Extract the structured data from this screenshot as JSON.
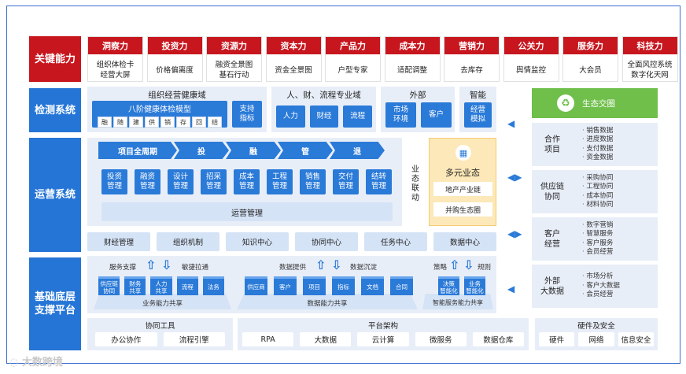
{
  "sections": {
    "key": "关键能力",
    "detect": "检测系统",
    "ops": "运营系统",
    "base": "基础底层\n支撑平台"
  },
  "capabilities": [
    {
      "title": "洞察力",
      "desc": "组织体检卡\n经营大屏"
    },
    {
      "title": "投资力",
      "desc": "价格偏离度"
    },
    {
      "title": "资源力",
      "desc": "融资全景图\n基石行动"
    },
    {
      "title": "资本力",
      "desc": "资金全景图"
    },
    {
      "title": "产品力",
      "desc": "户型专家"
    },
    {
      "title": "成本力",
      "desc": "适配调整"
    },
    {
      "title": "营销力",
      "desc": "去库存"
    },
    {
      "title": "公关力",
      "desc": "舆情监控"
    },
    {
      "title": "服务力",
      "desc": "大会员"
    },
    {
      "title": "科技力",
      "desc": "全面风控系统\n数字化天网"
    }
  ],
  "detect": {
    "org_title": "组织经营健康域",
    "model_title": "八阶健康体检模型",
    "model_items": [
      "融",
      "随",
      "建",
      "供",
      "销",
      "存",
      "回",
      "结"
    ],
    "support": "支持\n指标",
    "hr_title": "人、财、流程专业域",
    "hr_items": [
      "人力",
      "财经",
      "流程"
    ],
    "ext_title": "外部",
    "ext_items": [
      "市场\n环境",
      "客户"
    ],
    "smart_title": "智能",
    "smart_item": "经营\n模拟"
  },
  "ops": {
    "phases": [
      "项目全周期",
      "投",
      "融",
      "管",
      "退"
    ],
    "mgmt": [
      "投资\n管理",
      "融资\n管理",
      "设计\n管理",
      "招采\n管理",
      "成本\n管理",
      "工程\n管理",
      "销售\n管理",
      "交付\n管理",
      "结转\n管理"
    ],
    "ops_mgmt": "运营管理",
    "linkage": "业\n态\n联\n动",
    "multi_title": "多元业态",
    "multi_items": [
      "地产产业链",
      "并购生态圈"
    ]
  },
  "centers": [
    "财经管理",
    "组织机制",
    "知识中心",
    "协同中心",
    "任务中心",
    "数据中心"
  ],
  "platform": {
    "svc_support": "服务支撑",
    "agile": "敏捷拉通",
    "data_provide": "数据提供",
    "data_settle": "数据沉淀",
    "strategy": "策略",
    "rules": "规则",
    "biz_cubes": [
      "供应链\n协同",
      "财务\n共享",
      "人力\n共享",
      "流程",
      "法务"
    ],
    "biz_title": "业务能力共享",
    "data_cubes": [
      "供应商",
      "客户",
      "项目",
      "指标",
      "文档",
      "合同"
    ],
    "data_title": "数据能力共享",
    "smart_cubes": [
      "决策\n智能化",
      "业务\n智能化"
    ],
    "smart_title": "智能服务能力共享"
  },
  "bottom": {
    "collab_title": "协同工具",
    "collab": [
      "办公协作",
      "流程引擎"
    ],
    "arch_title": "平台架构",
    "arch": [
      "RPA",
      "大数据",
      "云计算",
      "微服务",
      "数据仓库"
    ],
    "hw_title": "硬件及安全",
    "hw": [
      "硬件",
      "网络",
      "信息安全"
    ]
  },
  "right": {
    "eco": "生态交圈",
    "blocks": [
      {
        "label": "合作\n项目",
        "items": [
          "销售数据",
          "进度数据",
          "支付数据",
          "资金数据"
        ]
      },
      {
        "label": "供应链\n协同",
        "items": [
          "采购协同",
          "工程协同",
          "成本协同",
          "材料协同"
        ]
      },
      {
        "label": "客户\n经营",
        "items": [
          "数字营销",
          "智慧服务",
          "客户服务",
          "会员经营"
        ]
      },
      {
        "label": "外部\n大数据",
        "items": [
          "市场分析",
          "客户大数据",
          "会员经营"
        ]
      }
    ]
  },
  "watermark": "大数跨境"
}
